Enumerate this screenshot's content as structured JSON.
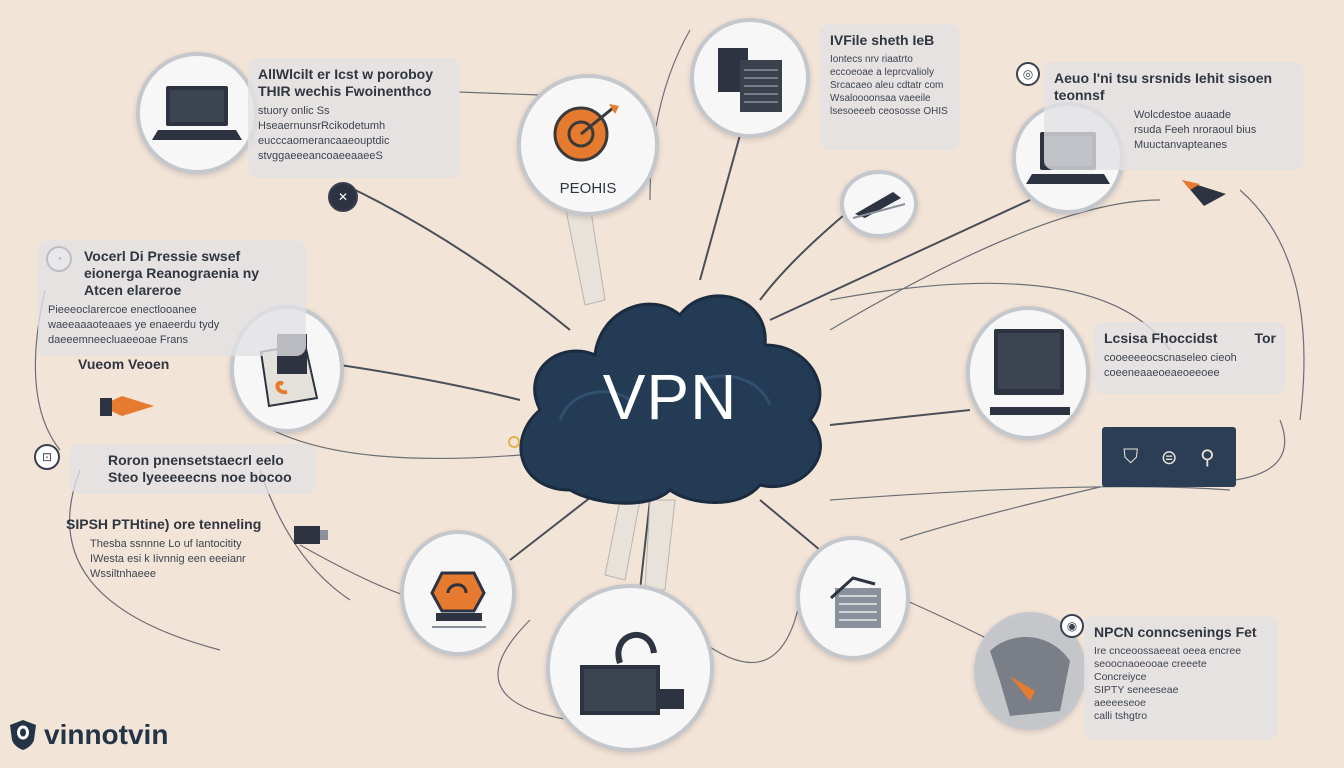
{
  "center": {
    "label": "VPN"
  },
  "node_labels": {
    "top_center": "PEOHIS"
  },
  "panels": [
    {
      "id": "top-left",
      "title": "AllWlcilt er Icst w poroboy THIR wechis Fwoinenthco",
      "body": [
        "stuory onlic Ss",
        "HseaernunsrRcikodetumh",
        "eucccaomerancaaeouptdic",
        "stvggaeeeancoaeeaaeeS"
      ]
    },
    {
      "id": "top-center-right",
      "title": "IVFile sheth IeB",
      "body": [
        "Iontecs nrv riaatrto",
        "eccoeoae a leprcvalioly",
        "Srcacaeo aleu cdtatr com",
        "Wsaloooonsaa vaeeile",
        "lsesoeeeb ceososse OHIS"
      ]
    },
    {
      "id": "top-right",
      "title": "Aeuo l'ni tsu srsnids Iehit sisoen teonnsf",
      "body": [
        "Wolcdestoe auaade",
        "rsuda Feeh nroraoul bius",
        "Muuctanvapteanes"
      ]
    },
    {
      "id": "left-upper",
      "title": "Vocerl Di Pressie swsef eionerga Reanograenia ny Atcen elareroe",
      "body": [
        "Pieeeoclarercoe enectlooanee",
        "waeeaaaoteaaes ye enaeerdu tydy",
        "daeeemneecluaeeoae Frans"
      ],
      "footer": "Vueom Veoen"
    },
    {
      "id": "left-middle",
      "title": "Roron pnensetstaecrl eelo Steo lyeeeeecns noe bocoo",
      "body": []
    },
    {
      "id": "left-lower",
      "title": "SIPSH PTHtine) ore tenneling",
      "body": [
        "Thesba ssnnne Lo uf lantocitity",
        "IWesta esi k Iivnnig een eeeianr",
        "Wssiltnhaeee"
      ]
    },
    {
      "id": "right-middle",
      "title": "Lcsisa Fhoccidst",
      "tag": "Tor",
      "body": [
        "cooeeeeocscnaseleo cieoh",
        "coeeneaaeoeaeoeeoee"
      ]
    },
    {
      "id": "bottom-right",
      "title": "NPCN conncsenings Fet",
      "body": [
        "Ire cnceoossaeeat oeea encree",
        "seoocnaoeooae creeete",
        "Concreiyce",
        "SIPTY seneeseae",
        "aeeeeseoe",
        "calli tshgtro"
      ]
    }
  ],
  "security_box": {
    "icons": [
      "shield-icon",
      "lock-icon",
      "key-icon"
    ]
  },
  "brand": {
    "name": "vinnotvin"
  },
  "colors": {
    "cloud": "#243b55",
    "accent": "#e67a2e",
    "background": "#f3e4d8",
    "node_border": "#c4c7cc"
  }
}
